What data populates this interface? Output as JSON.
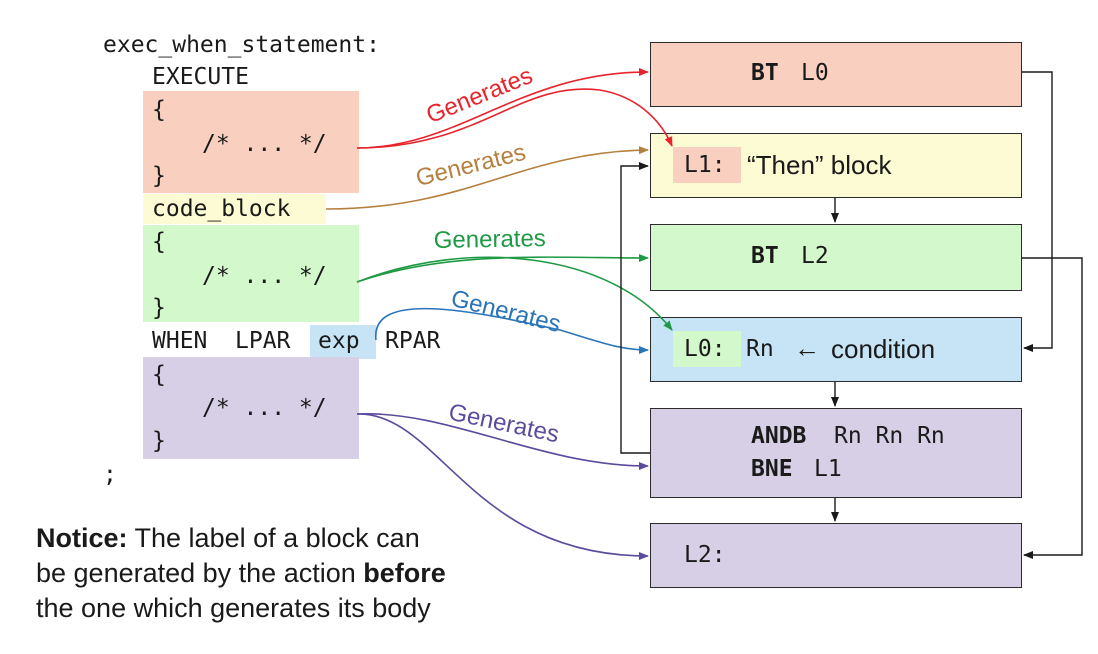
{
  "code": {
    "header": "exec_when_statement:",
    "execute_kw": "EXECUTE",
    "brace_open": "{",
    "comment": "/* ... */",
    "brace_close": "}",
    "code_block": "code_block",
    "when_kw": "WHEN",
    "lpar": "LPAR",
    "exp": "exp",
    "rpar": "RPAR",
    "semicolon": ";"
  },
  "blocks": {
    "b1_op": "BT",
    "b1_arg": "L0",
    "b2_label": "L1:",
    "b2_text": "“Then” block",
    "b3_op": "BT",
    "b3_arg": "L2",
    "b4_label": "L0:",
    "b4_reg": "Rn",
    "b4_arrow": "←",
    "b4_text": "condition",
    "b5_op1": "ANDB",
    "b5_args1": "Rn Rn Rn",
    "b5_op2": "BNE",
    "b5_args2": "L1",
    "b6_label": "L2:"
  },
  "arrow_label": "Generates",
  "notice": {
    "bold1": "Notice:",
    "text1": "The label of a block can",
    "text2": "be generated by the action",
    "bold2": "before",
    "text3": "the one which generates its body"
  },
  "colors": {
    "red": "#e8232b",
    "brown": "#b5803f",
    "green": "#1f9a44",
    "blue": "#2a74b8",
    "purple": "#5c4a9c",
    "red_fill": "#f9cfc0",
    "yellow_fill": "#fdfbd3",
    "green_fill": "#d3f8cc",
    "blue_fill": "#c6e4f6",
    "purple_fill": "#d6cfe6"
  }
}
